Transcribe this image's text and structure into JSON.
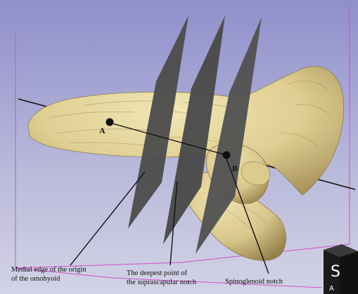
{
  "colors": {
    "background_top": "#8f8fcc",
    "background_bottom": "#d3d3e6",
    "bone": "#e3d59d",
    "bone_shadow": "#9a8855",
    "plane": "#4d4d4d",
    "box_edge": "#d44cc8",
    "axis_line": "#111111",
    "annotation_line": "#111111",
    "orientation_cube": "#1a1a1a"
  },
  "points": {
    "a_label": "A",
    "b_label": "B"
  },
  "annotations": {
    "medial_edge": [
      "Medial edge of the origin",
      "of the omohyoid"
    ],
    "deepest_point": [
      "The deepest point of",
      "the suprascapular notch"
    ],
    "spinoglenoid": [
      "Spinoglenoid notch"
    ]
  },
  "orientation_cube": {
    "face_label": "S",
    "side_label": "A"
  }
}
